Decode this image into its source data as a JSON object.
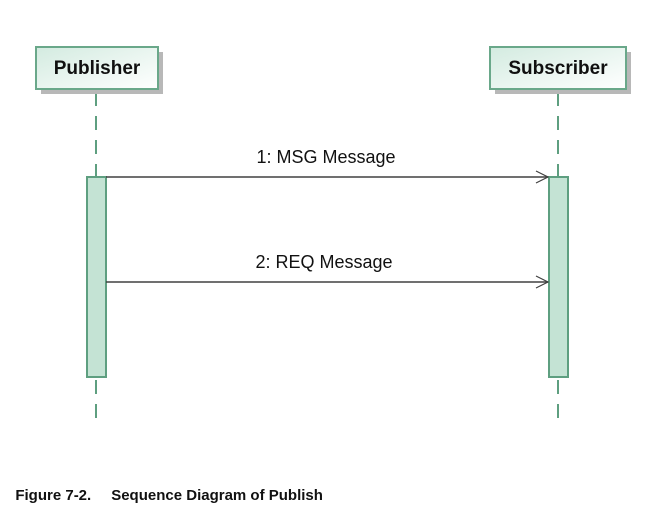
{
  "diagram": {
    "type": "sequence",
    "participants": [
      {
        "id": "publisher",
        "label": "Publisher"
      },
      {
        "id": "subscriber",
        "label": "Subscriber"
      }
    ],
    "messages": [
      {
        "seq": 1,
        "from": "publisher",
        "to": "subscriber",
        "label": "1: MSG Message"
      },
      {
        "seq": 2,
        "from": "publisher",
        "to": "subscriber",
        "label": "2: REQ Message"
      }
    ],
    "colors": {
      "participant_fill_start": "#d3ebe0",
      "participant_fill_end": "#ffffff",
      "participant_border": "#6aa88a",
      "shadow": "#b8b8b8",
      "lifeline": "#5e9f80",
      "activation_fill": "#c4e3d4",
      "activation_border": "#5e9f80",
      "message_line": "#404040"
    }
  },
  "caption": {
    "figure_number": "Figure 7-2.",
    "title": "Sequence Diagram of Publish"
  }
}
